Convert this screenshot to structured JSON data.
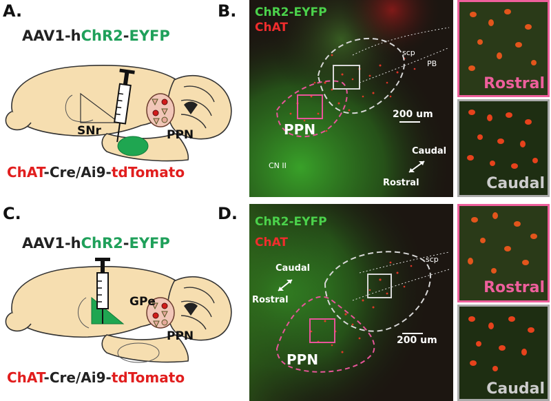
{
  "panels": {
    "A": {
      "letter": "A.",
      "virus": {
        "part1": "AAV1-h",
        "part2": "ChR2",
        "part3": "-",
        "part4": "EYFP"
      },
      "target_label": "SNr",
      "ppn_label": "PPN",
      "mouse": {
        "part1": "ChAT",
        "part2": "-Cre/Ai9-",
        "part3": "tdTomato"
      }
    },
    "B": {
      "letter": "B.",
      "chr2": "ChR2-EYFP",
      "chat": "ChAT",
      "scp": "scp",
      "pb": "PB",
      "ppn": "PPN",
      "scale": "200 um",
      "caudal": "Caudal",
      "rostral": "Rostral",
      "cn": "CN II",
      "inset_top": "Rostral",
      "inset_bottom": "Caudal"
    },
    "C": {
      "letter": "C.",
      "virus": {
        "part1": "AAV1-h",
        "part2": "ChR2",
        "part3": "-",
        "part4": "EYFP"
      },
      "target_label": "GPe",
      "ppn_label": "PPN",
      "mouse": {
        "part1": "ChAT",
        "part2": "-Cre/Ai9-",
        "part3": "tdTomato"
      }
    },
    "D": {
      "letter": "D.",
      "chr2": "ChR2-EYFP",
      "chat": "ChAT",
      "scp": "scp",
      "ppn": "PPN",
      "scale": "200 um",
      "caudal": "Caudal",
      "rostral": "Rostral",
      "inset_top": "Rostral",
      "inset_bottom": "Caudal"
    }
  },
  "colors": {
    "brain": "#f6deb0",
    "green": "#1fa05a",
    "red": "#d32020",
    "pink": "#e8559a",
    "inset_top_border": "#ee5f9c",
    "inset_bottom_border": "#aaaaaa"
  }
}
